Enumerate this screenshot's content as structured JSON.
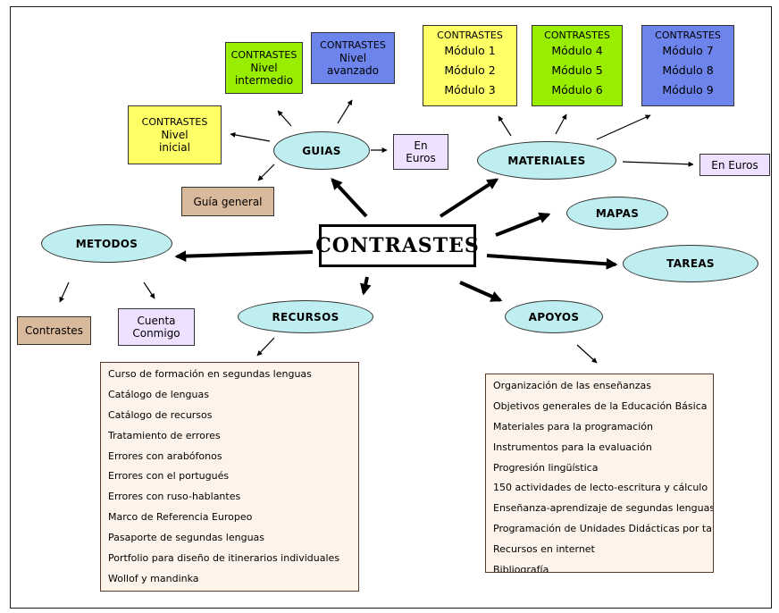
{
  "center_title": "CONTRASTES",
  "guides": {
    "hub": "GUIAS",
    "nivel_inicial": [
      "CONTRASTES",
      "Nivel",
      "inicial"
    ],
    "nivel_intermedio": [
      "CONTRASTES",
      "Nivel",
      "intermedio"
    ],
    "nivel_avanzado": [
      "CONTRASTES",
      "Nivel",
      "avanzado"
    ],
    "en_euros": [
      "En",
      "Euros"
    ],
    "guia_general": "Guía general"
  },
  "materiales": {
    "hub": "MATERIALES",
    "yellow": [
      "CONTRASTES",
      "Módulo 1",
      "Módulo 2",
      "Módulo 3"
    ],
    "green": [
      "CONTRASTES",
      "Módulo 4",
      "Módulo 5",
      "Módulo 6"
    ],
    "blue": [
      "CONTRASTES",
      "Módulo 7",
      "Módulo 8",
      "Módulo 9"
    ],
    "en_euros": "En Euros"
  },
  "mapas": "MAPAS",
  "tareas": "TAREAS",
  "metodos": {
    "hub": "METODOS",
    "contrastes": "Contrastes",
    "cuenta_conmigo": [
      "Cuenta",
      "Conmigo"
    ]
  },
  "recursos": {
    "hub": "RECURSOS",
    "items": [
      "Curso de formación en segundas lenguas",
      "Catálogo de lenguas",
      "Catálogo de recursos",
      "Tratamiento de errores",
      "Errores con arabófonos",
      "Errores con el portugués",
      "Errores con ruso-hablantes",
      "Marco de Referencia Europeo",
      "Pasaporte de segundas lenguas",
      "Portfolio para diseño de itinerarios individuales",
      "Wollof y mandinka"
    ]
  },
  "apoyos": {
    "hub": "APOYOS",
    "items": [
      "Organización de las enseñanzas",
      "Objetivos generales de la Educación Básica",
      "Materiales para la programación",
      "Instrumentos para la evaluación",
      "Progresión lingüística",
      "150 actividades de lecto-escritura y cálculo",
      "Enseñanza-aprendizaje de segundas lenguas",
      "Programación de Unidades Didácticas por tareas",
      "Recursos en internet",
      "Bibliografía"
    ]
  }
}
